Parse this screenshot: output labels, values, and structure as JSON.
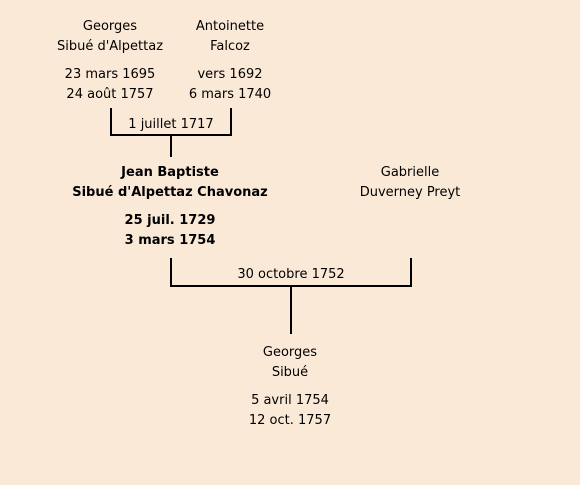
{
  "persons": {
    "georges_sr": {
      "first_name": "Georges",
      "last_name": "Sibué d'Alpettaz",
      "birth": "23 mars 1695",
      "death": "24 août 1757"
    },
    "antoinette": {
      "first_name": "Antoinette",
      "last_name": "Falcoz",
      "birth": "vers 1692",
      "death": "6 mars 1740"
    },
    "jean_baptiste": {
      "first_name": "Jean Baptiste",
      "last_name": "Sibué d'Alpettaz Chavonaz",
      "birth": "25 juil. 1729",
      "death": "3 mars 1754"
    },
    "gabrielle": {
      "first_name": "Gabrielle",
      "last_name": "Duverney Preyt"
    },
    "georges_jr": {
      "first_name": "Georges",
      "last_name": "Sibué",
      "birth": "5 avril 1754",
      "death": "12 oct. 1757"
    }
  },
  "marriages": {
    "first": {
      "date": "1 juillet 1717"
    },
    "second": {
      "date": "30 octobre 1752"
    }
  },
  "colors": {
    "background": "#fbe9d8",
    "lines": "#000000"
  }
}
